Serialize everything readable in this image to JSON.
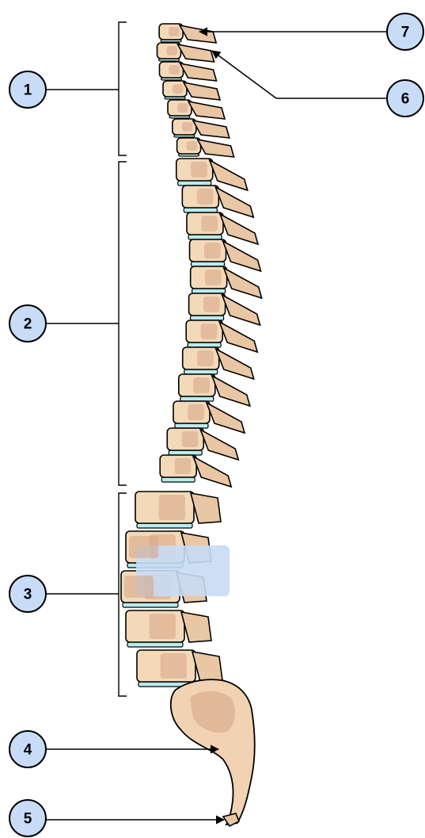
{
  "callouts": [
    {
      "id": "1",
      "label": "1"
    },
    {
      "id": "2",
      "label": "2"
    },
    {
      "id": "3",
      "label": "3"
    },
    {
      "id": "4",
      "label": "4"
    },
    {
      "id": "5",
      "label": "5"
    },
    {
      "id": "6",
      "label": "6"
    },
    {
      "id": "7",
      "label": "7"
    }
  ],
  "colors": {
    "callout_fill": "#c8dcf8",
    "bone": "#f3d9b8",
    "disc": "#b9ecef",
    "process": "#e9c7a4"
  }
}
